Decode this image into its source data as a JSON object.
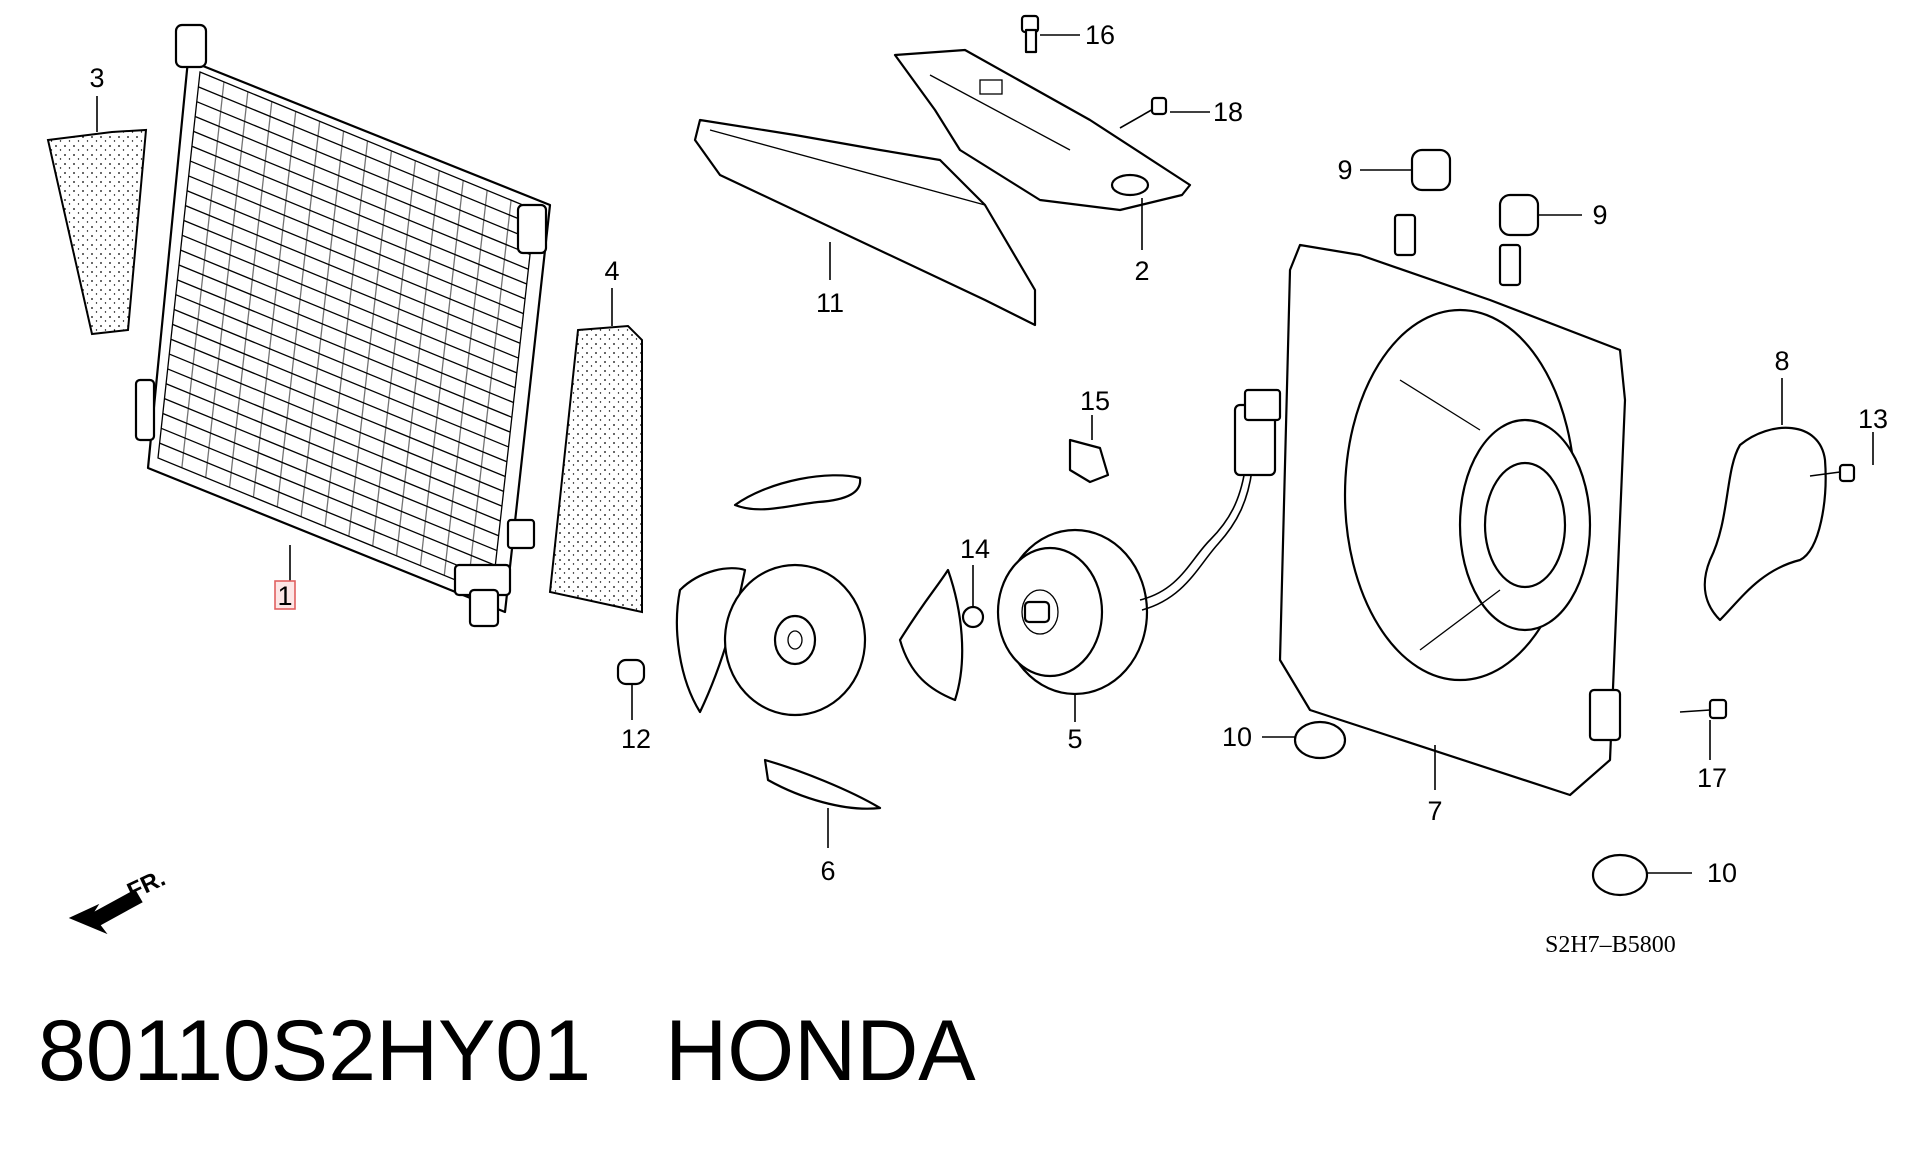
{
  "diagram": {
    "callouts": {
      "c1": "1",
      "c2": "2",
      "c3": "3",
      "c4": "4",
      "c5": "5",
      "c6": "6",
      "c7": "7",
      "c8": "8",
      "c9a": "9",
      "c9b": "9",
      "c10a": "10",
      "c10b": "10",
      "c11": "11",
      "c12": "12",
      "c13": "13",
      "c14": "14",
      "c15": "15",
      "c16": "16",
      "c17": "17",
      "c18": "18"
    },
    "front_marker": "FR.",
    "drawing_code": "S2H7–B5800",
    "highlight_color": "#e06060"
  },
  "caption": {
    "part_number": "80110S2HY01",
    "brand": "HONDA"
  }
}
